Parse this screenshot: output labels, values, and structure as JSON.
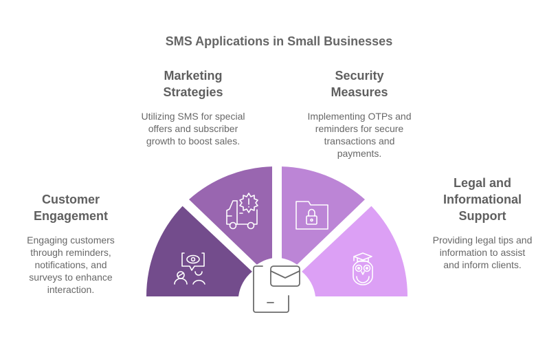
{
  "title": "SMS Applications in Small Businesses",
  "segments": [
    {
      "id": "customer-engagement",
      "heading_lines": [
        "Customer",
        "Engagement"
      ],
      "description_lines": [
        "Engaging customers",
        "through reminders,",
        "notifications, and",
        "surveys to enhance",
        "interaction."
      ],
      "color": "#734C8C",
      "icon": "people-eye-speech-icon"
    },
    {
      "id": "marketing-strategies",
      "heading_lines": [
        "Marketing",
        "Strategies"
      ],
      "description_lines": [
        "Utilizing SMS for special",
        "offers and subscriber",
        "growth to boost sales."
      ],
      "color": "#9966B0",
      "icon": "delivery-truck-alert-icon"
    },
    {
      "id": "security-measures",
      "heading_lines": [
        "Security",
        "Measures"
      ],
      "description_lines": [
        "Implementing OTPs and",
        "reminders for secure",
        "transactions and",
        "payments."
      ],
      "color": "#BC85D6",
      "icon": "locked-folder-icon"
    },
    {
      "id": "legal-informational-support",
      "heading_lines": [
        "Legal and",
        "Informational",
        "Support"
      ],
      "description_lines": [
        "Providing legal tips and",
        "information to assist",
        "and inform clients."
      ],
      "color": "#DCA0F5",
      "icon": "graduate-owl-icon"
    }
  ],
  "hub": {
    "icon": "phone-message-icon",
    "stroke_color": "#6b6b6b"
  },
  "colors": {
    "text": "#666666",
    "background": "#ffffff",
    "icon_stroke": "#ffffff"
  }
}
